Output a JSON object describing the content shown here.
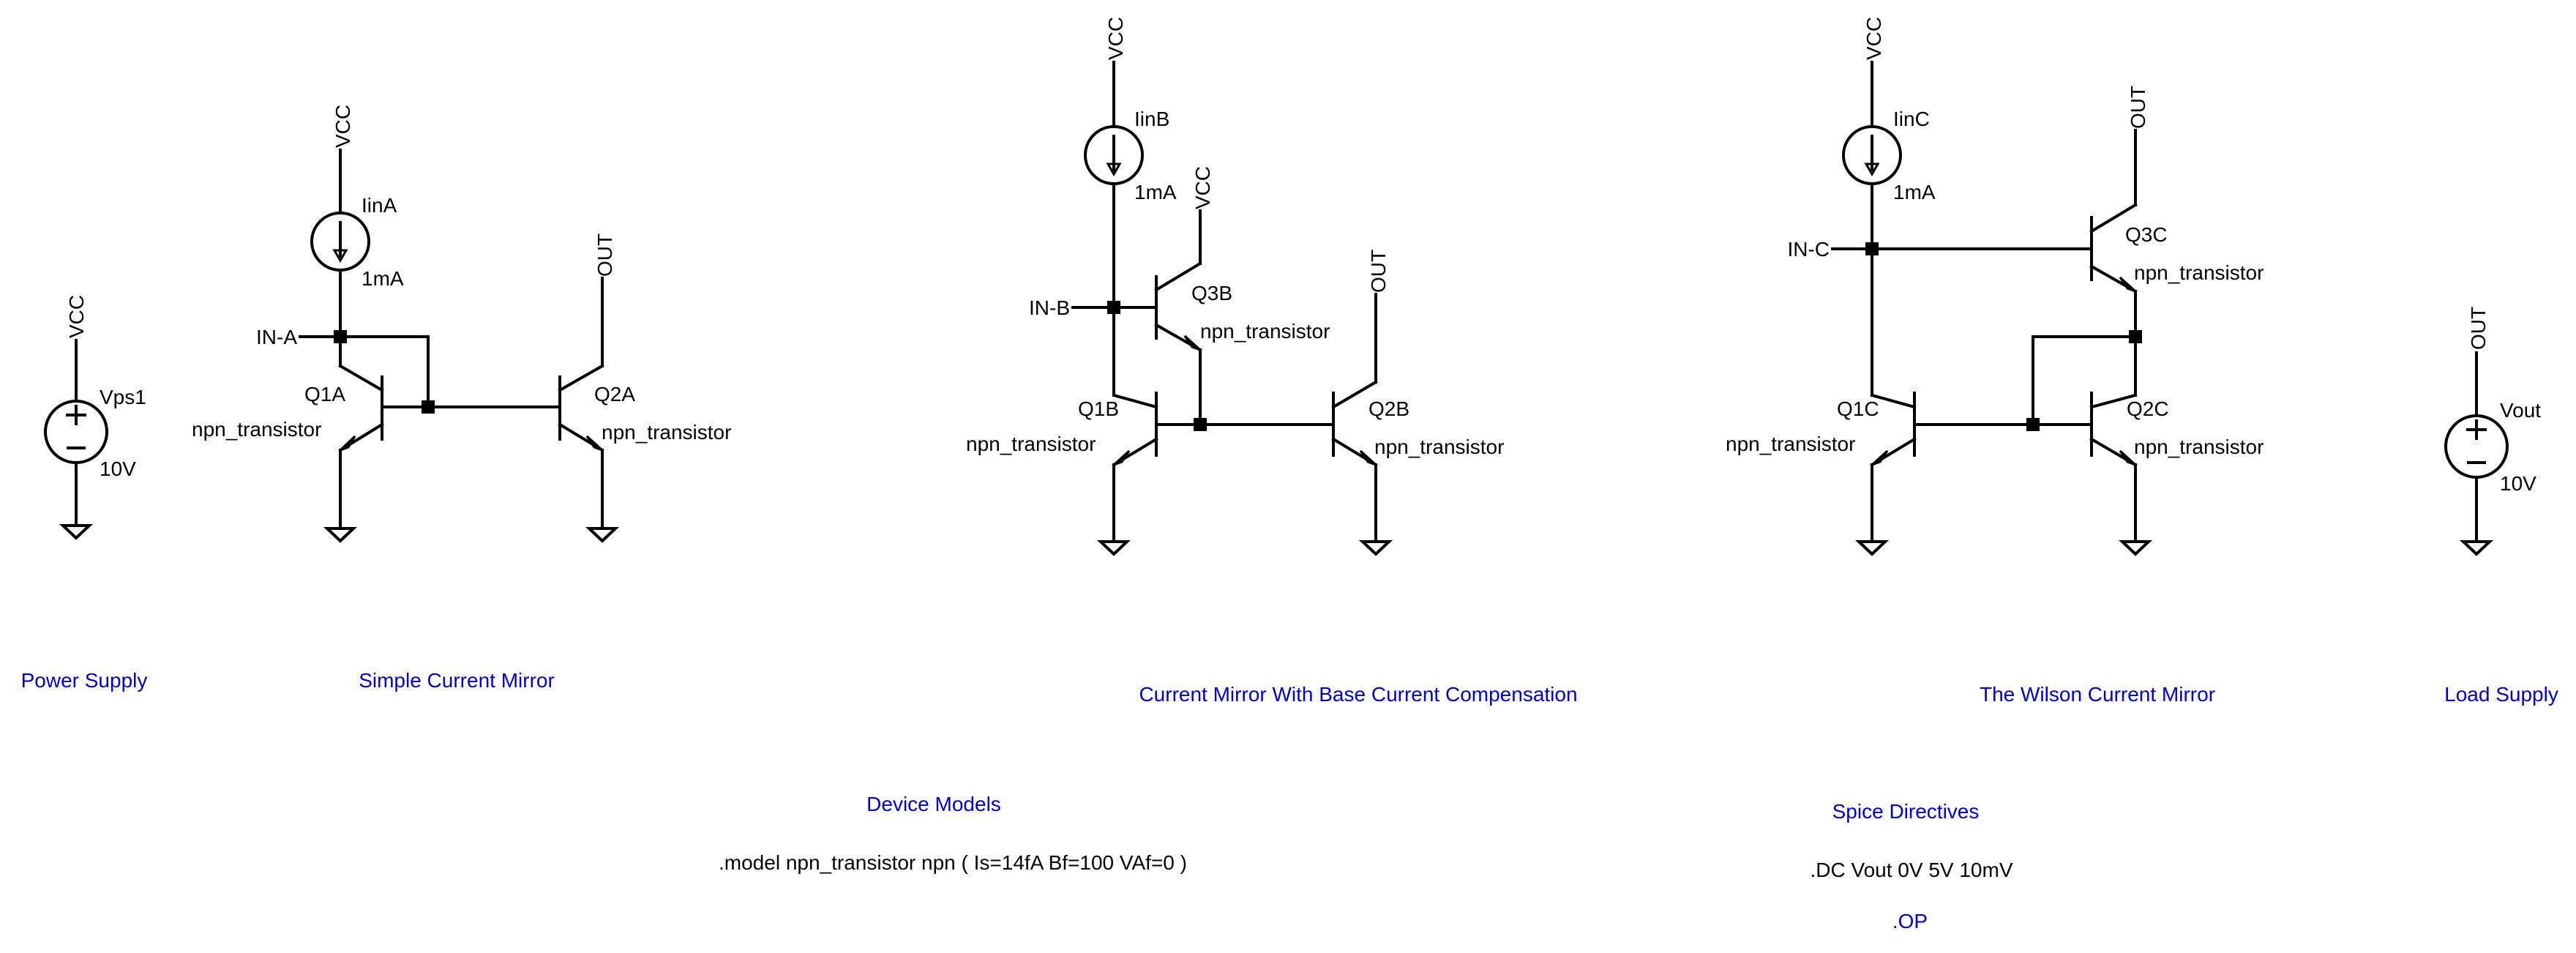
{
  "colors": {
    "wire": "#000000",
    "section_title": "#0000bb",
    "background": "#ffffff"
  },
  "sections": {
    "power_supply": "Power Supply",
    "simple_mirror": "Simple Current Mirror",
    "compensated_mirror": "Current Mirror With Base Current Compensation",
    "wilson_mirror": "The Wilson Current Mirror",
    "load_supply": "Load Supply",
    "device_models": "Device Models",
    "spice_directives": "Spice Directives"
  },
  "directives": {
    "model": ".model npn_transistor npn ( Is=14fA Bf=100 VAf=0 )",
    "dc": ".DC Vout 0V 5V 10mV",
    "op": ".OP"
  },
  "power_supply": {
    "net": "VCC",
    "name": "Vps1",
    "value": "10V"
  },
  "simple_mirror": {
    "net_vcc": "VCC",
    "source_name": "IinA",
    "source_value": "1mA",
    "input_net": "IN-A",
    "output_net": "OUT",
    "q1_name": "Q1A",
    "q1_model": "npn_transistor",
    "q2_name": "Q2A",
    "q2_model": "npn_transistor"
  },
  "compensated_mirror": {
    "net_vcc": "VCC",
    "net_vcc_q3": "VCC",
    "source_name": "IinB",
    "source_value": "1mA",
    "input_net": "IN-B",
    "output_net": "OUT",
    "q1_name": "Q1B",
    "q1_model": "npn_transistor",
    "q2_name": "Q2B",
    "q2_model": "npn_transistor",
    "q3_name": "Q3B",
    "q3_model": "npn_transistor"
  },
  "wilson_mirror": {
    "net_vcc": "VCC",
    "source_name": "IinC",
    "source_value": "1mA",
    "input_net": "IN-C",
    "output_net": "OUT",
    "q1_name": "Q1C",
    "q1_model": "npn_transistor",
    "q2_name": "Q2C",
    "q2_model": "npn_transistor",
    "q3_name": "Q3C",
    "q3_model": "npn_transistor"
  },
  "load_supply": {
    "net": "OUT",
    "name": "Vout",
    "value": "10V"
  }
}
